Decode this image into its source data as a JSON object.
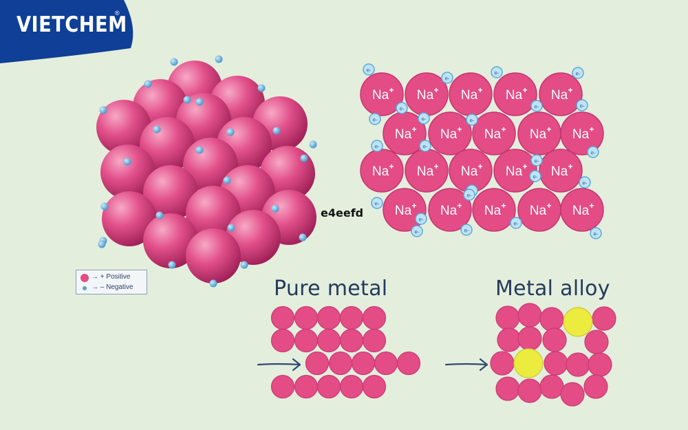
{
  "logo": {
    "text": "VIETCHEM",
    "reg": "®"
  },
  "center_code": "e4eefd",
  "legend": {
    "positive": "→ + Positive",
    "negative": "→ – Negative"
  },
  "lattice": {
    "cation": "Na",
    "cation_charge": "+",
    "electron": "e-"
  },
  "pure_metal": {
    "title": "Pure metal"
  },
  "metal_alloy": {
    "title": "Metal alloy"
  },
  "colors": {
    "atom": "#e34c85",
    "electron": "#7fbfe6",
    "impurity": "#ecec3e",
    "background": "#e4eedc",
    "logo_blue": "#0f3f96"
  }
}
